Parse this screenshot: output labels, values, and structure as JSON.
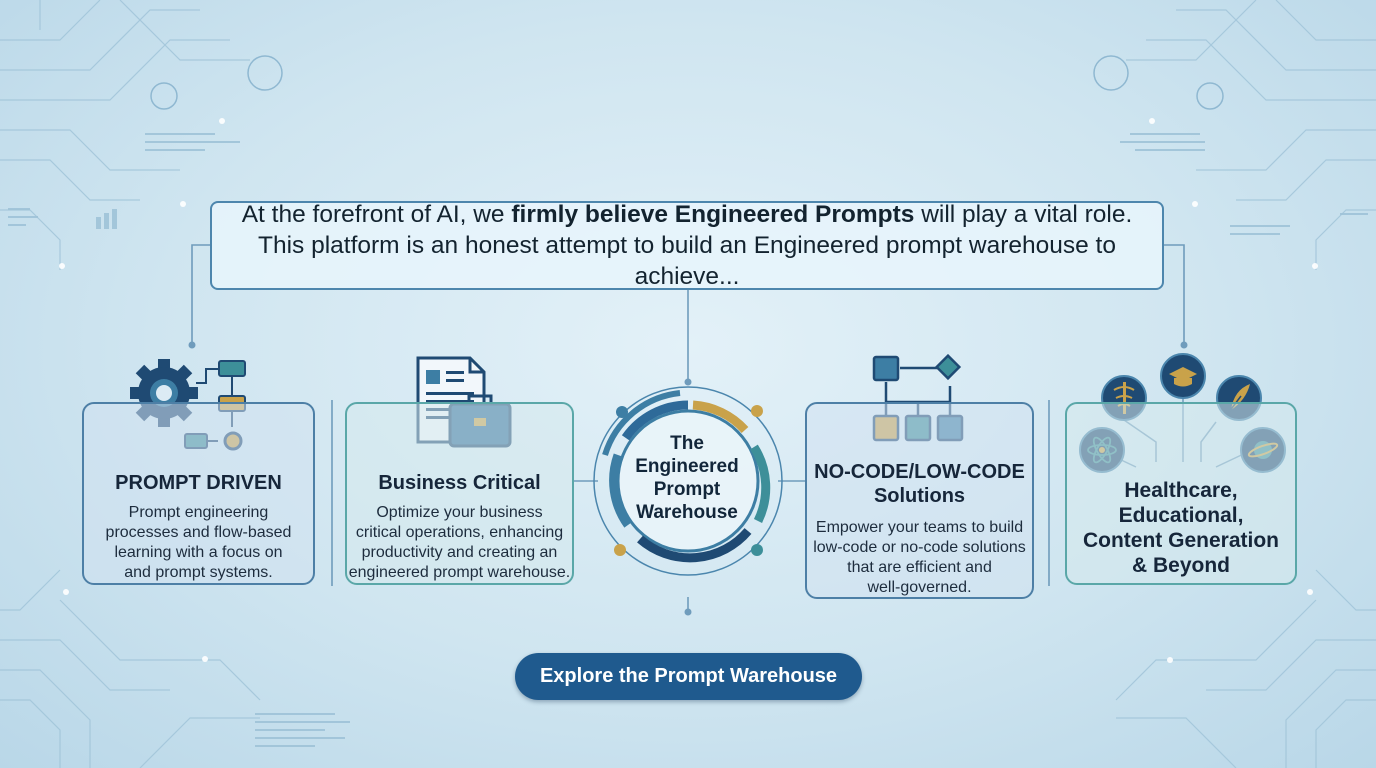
{
  "headline": {
    "line1_pre": "At the forefront of AI, we ",
    "line1_bold": "firmly believe Engineered Prompts",
    "line1_post": " will play a vital role.",
    "line2": "This platform is an honest attempt to build an Engineered prompt warehouse to achieve..."
  },
  "hub": {
    "line1": "The",
    "line2": "Engineered",
    "line3": "Prompt",
    "line4": "Warehouse"
  },
  "cards": [
    {
      "title": "PROMPT DRIVEN",
      "desc": [
        "Prompt engineering",
        "processes and flow-based",
        "learning with a focus on",
        "and prompt systems."
      ]
    },
    {
      "title": "Business Critical",
      "desc": [
        "Optimize your business",
        "critical operations, enhancing",
        "productivity and creating an",
        "engineered prompt warehouse."
      ]
    },
    {
      "title_line1": "NO-CODE/LOW-CODE",
      "title_line2": "Solutions",
      "desc": [
        "Empower your teams to build",
        "low-code or no-code solutions",
        "that are efficient and",
        "well-governed."
      ]
    },
    {
      "title_lines": [
        "Healthcare,",
        "Educational,",
        "Content Generation",
        "& Beyond"
      ]
    }
  ],
  "cta": {
    "label": "Explore the Prompt Warehouse"
  },
  "colors": {
    "navy": "#1f4a73",
    "teal": "#3d8f99",
    "gold": "#c9a24a",
    "button": "#1f5a8e"
  },
  "icons": [
    "gear-flow-icon",
    "document-briefcase-icon",
    "flowchart-icon",
    "medical-icon",
    "graduation-cap-icon",
    "quill-icon",
    "atom-icon",
    "planet-icon"
  ]
}
